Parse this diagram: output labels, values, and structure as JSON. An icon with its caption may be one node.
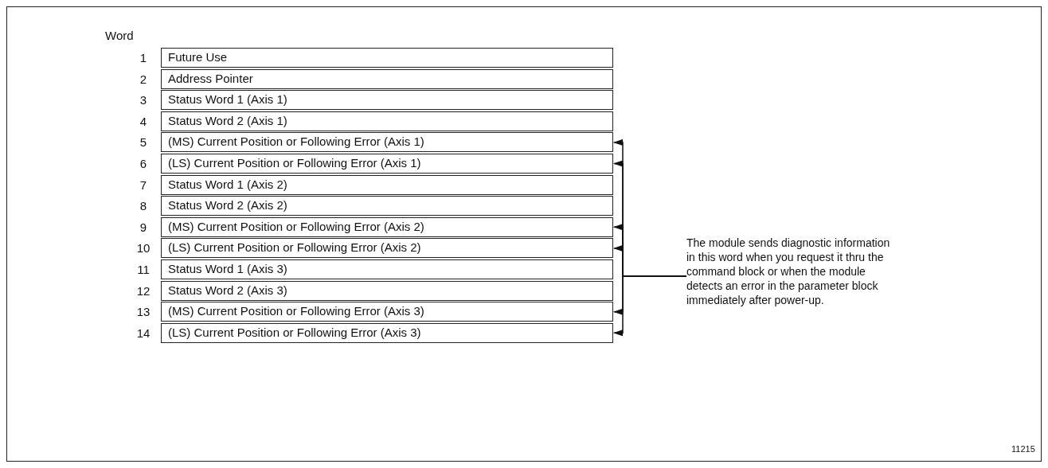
{
  "diagram": {
    "nodes": [
      {
        "text": [
          "Future Use"
        ],
        "beside": [
          "1"
        ]
      },
      {
        "text": [
          "Address Pointer"
        ],
        "beside": [
          "2"
        ]
      },
      {
        "text": [
          "Status Word 1 (Axis 1)"
        ],
        "beside": [
          "3"
        ]
      },
      {
        "text": [
          "Status Word 2 (Axis 1)"
        ],
        "beside": [
          "4"
        ]
      },
      {
        "text": [
          "(MS) Current Position or Following Error (Axis 1)"
        ],
        "beside": [
          "5"
        ]
      },
      {
        "text": [
          "(LS) Current Position or Following Error (Axis 1)"
        ],
        "beside": [
          "6"
        ]
      },
      {
        "text": [
          "Status Word 1 (Axis 2)"
        ],
        "beside": [
          "7"
        ]
      },
      {
        "text": [
          "Status Word 2 (Axis 2)"
        ],
        "beside": [
          "8"
        ]
      },
      {
        "text": [
          "(MS) Current Position or Following Error (Axis 2)"
        ],
        "beside": [
          "9"
        ]
      },
      {
        "text": [
          "(LS) Current Position or Following Error (Axis 2)"
        ],
        "beside": [
          "10"
        ]
      },
      {
        "text": [
          "Status Word 1 (Axis 3)"
        ],
        "beside": [
          "11"
        ]
      },
      {
        "text": [
          "Status Word 2 (Axis 3)"
        ],
        "beside": [
          "12"
        ]
      },
      {
        "text": [
          "(MS) Current Position or Following Error (Axis 3)"
        ],
        "beside": [
          "13"
        ]
      },
      {
        "text": [
          "(LS) Current Position or Following Error (Axis 3)"
        ],
        "beside": [
          "14"
        ]
      },
      {
        "text": [
          "The module sends diagnostic information in this word when you request it thru the command block or when the module detects an error in the parameter block immediately after power-up."
        ]
      }
    ],
    "edges": [
      {
        "from": 14,
        "to": 4,
        "arrow": "to"
      },
      {
        "from": 14,
        "to": 5,
        "arrow": "to"
      },
      {
        "from": 14,
        "to": 8,
        "arrow": "to"
      },
      {
        "from": 14,
        "to": 9,
        "arrow": "to"
      },
      {
        "from": 14,
        "to": 12,
        "arrow": "to"
      },
      {
        "from": 14,
        "to": 13,
        "arrow": "to"
      }
    ],
    "labels": [
      "Word",
      "11215"
    ]
  }
}
